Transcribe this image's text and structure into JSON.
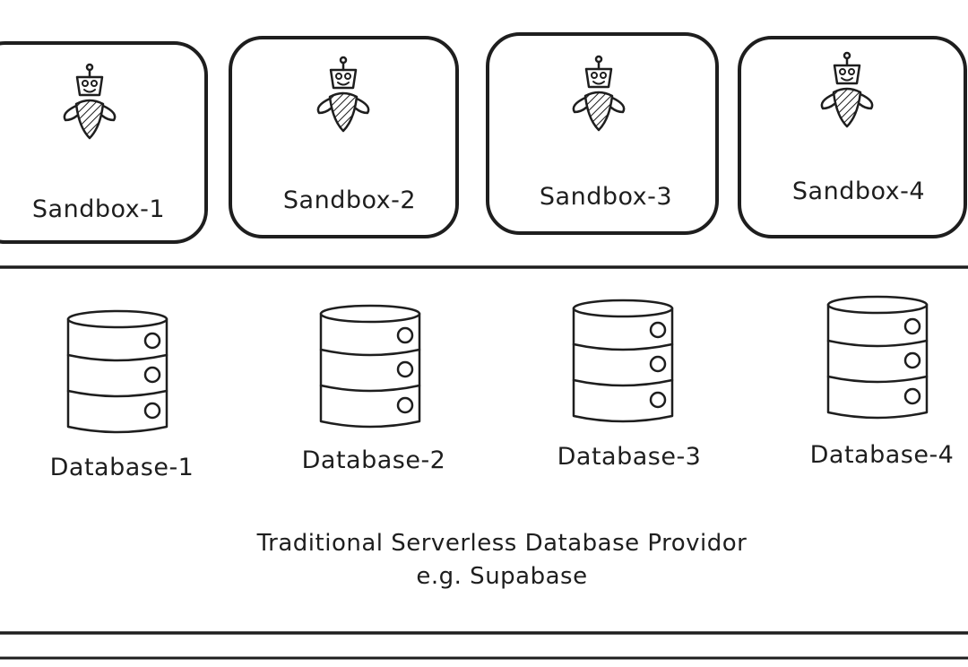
{
  "sandboxes": [
    {
      "label": "Sandbox-1"
    },
    {
      "label": "Sandbox-2"
    },
    {
      "label": "Sandbox-3"
    },
    {
      "label": "Sandbox-4"
    }
  ],
  "databases": [
    {
      "label": "Database-1"
    },
    {
      "label": "Database-2"
    },
    {
      "label": "Database-3"
    },
    {
      "label": "Database-4"
    }
  ],
  "provider": {
    "line1": "Traditional Serverless Database Providor",
    "line2": "e.g. Supabase"
  },
  "colors": {
    "ink": "#1e1e1e",
    "background": "#ffffff"
  },
  "icons": {
    "sandbox": "robot-icon",
    "database": "database-icon"
  }
}
